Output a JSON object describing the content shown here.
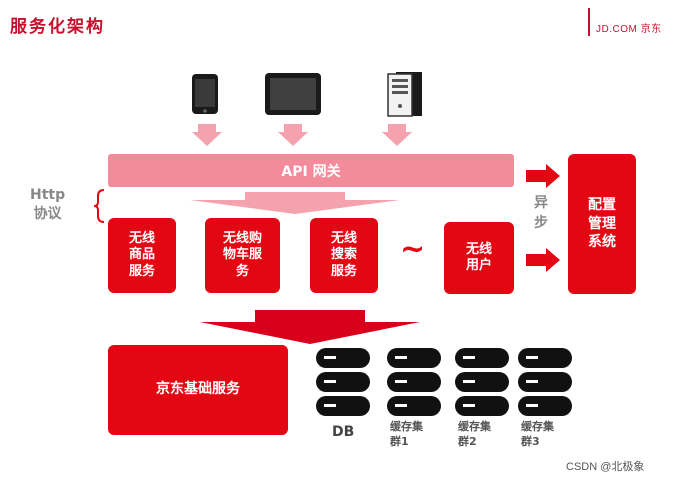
{
  "header": {
    "title": "服务化架构",
    "brand": "JD.COM 京东"
  },
  "gateway": {
    "label": "API 网关"
  },
  "protocol": {
    "label": "Http\n协议"
  },
  "async": {
    "label": "异\n步"
  },
  "config": {
    "label": "配置\n管理\n系统"
  },
  "services": [
    {
      "label": "无线\n商品\n服务"
    },
    {
      "label": "无线购\n物车服\n务"
    },
    {
      "label": "无线\n搜索\n服务"
    }
  ],
  "tilde": "~",
  "user_service": {
    "label": "无线\n用户"
  },
  "base": {
    "label": "京东基础服务"
  },
  "stores": [
    {
      "label": "DB"
    },
    {
      "label": "缓存集\n群1"
    },
    {
      "label": "缓存集\n群2"
    },
    {
      "label": "缓存集\n群3"
    }
  ],
  "watermark": "CSDN @北极象",
  "colors": {
    "accent": "#e30613",
    "gateway": "#f38b9b",
    "arrow_light": "#f4a3ae"
  },
  "icons": [
    "phone-icon",
    "tablet-icon",
    "desktop-tower-icon",
    "database-icon"
  ]
}
